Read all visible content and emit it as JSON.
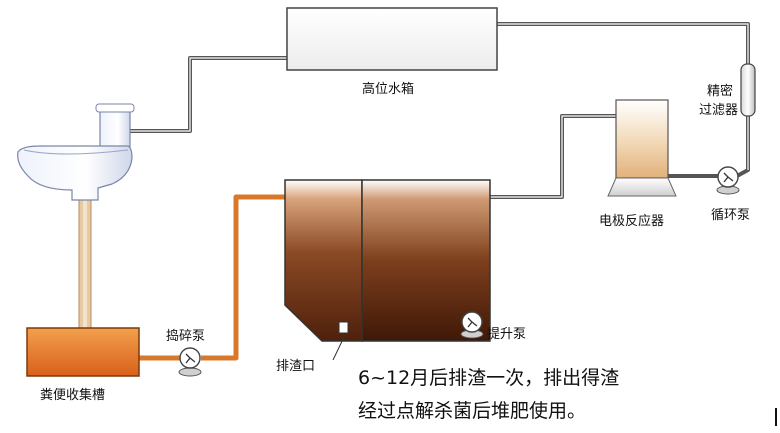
{
  "labels": {
    "high_tank": "高位水箱",
    "fine_filter_line1": "精密",
    "fine_filter_line2": "过滤器",
    "electrode_reactor": "电极反应器",
    "circulation_pump": "循环泵",
    "lift_pump": "提升泵",
    "slag_outlet": "排渣口",
    "crusher_pump": "捣碎泵",
    "feces_tank": "粪便收集槽"
  },
  "note": {
    "line1": "6~12月后排渣一次，排出得渣",
    "line2": "经过点解杀菌后堆肥使用。"
  },
  "colors": {
    "pipe_gray": "#555555",
    "pipe_orange": "#d9782b",
    "tank_brown_dark": "#5e2a10",
    "tank_brown_light": "#c98a55",
    "collection_tank": "#e8731c"
  }
}
